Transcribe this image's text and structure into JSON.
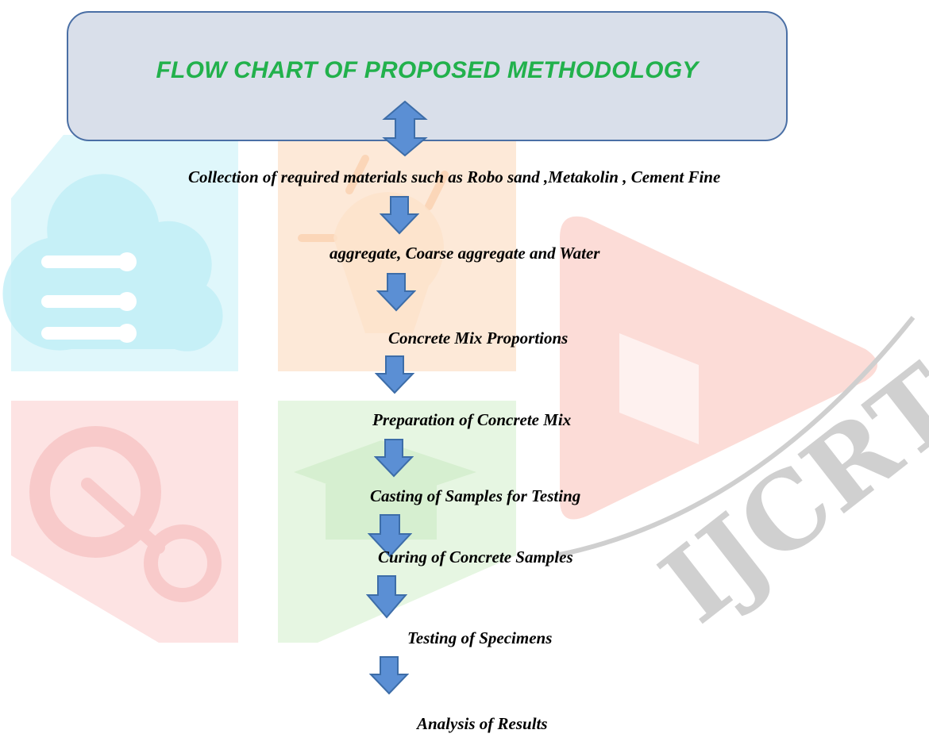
{
  "title": "FLOW CHART OF PROPOSED METHODOLOGY",
  "colors": {
    "title_text": "#22b14c",
    "title_box_fill": "#d9dfea",
    "title_box_border": "#4a6fa5",
    "arrow_fill": "#5b8fd4",
    "arrow_stroke": "#3d6da8"
  },
  "steps": [
    "Collection of required materials such as Robo sand ,Metakolin , Cement  Fine",
    "aggregate, Coarse aggregate and Water",
    "Concrete Mix Proportions",
    "Preparation of  Concrete Mix",
    "Casting of Samples for Testing",
    "Curing of Concrete Samples",
    "Testing of Specimens",
    "Analysis of Results"
  ],
  "watermark": {
    "text": "IJCRT",
    "icons": [
      "cloud-icon",
      "lightbulb-icon",
      "gear-icon",
      "graduation-cap-icon",
      "play-book-icon"
    ]
  }
}
